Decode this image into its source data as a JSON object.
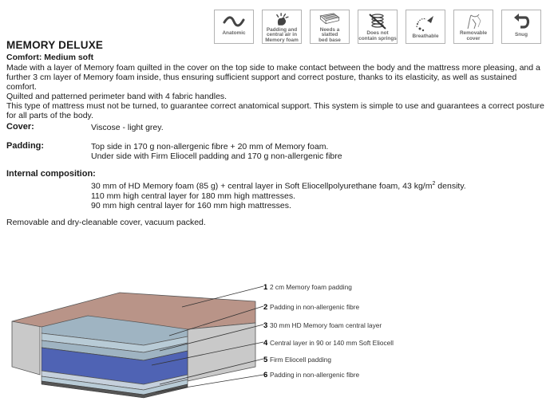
{
  "icons": [
    {
      "name": "anatomic-icon",
      "label": "Anatomic"
    },
    {
      "name": "padding-air-icon",
      "label": "Padding and\ncentral air in\nMemory foam"
    },
    {
      "name": "slatted-base-icon",
      "label": "Needs a\nslatted\nbed base"
    },
    {
      "name": "no-springs-icon",
      "label": "Does not\ncontain springs"
    },
    {
      "name": "breathable-icon",
      "label": "Breathable"
    },
    {
      "name": "removable-cover-icon",
      "label": "Removable\ncover"
    },
    {
      "name": "snug-icon",
      "label": "Snug"
    }
  ],
  "product": {
    "title": "MEMORY DELUXE",
    "comfort": "Comfort: Medium soft",
    "description": [
      "Made with a layer of Memory foam quilted in the cover on the top side to make contact between the body and the mattress more pleasing, and a further 3 cm layer of Memory foam inside, thus ensuring sufficient support and correct posture, thanks to its elasticity, as well as sustained comfort.",
      "Quilted and patterned perimeter band with 4 fabric handles.",
      "This type of mattress must not be turned, to guarantee correct anatomical support. This system is simple to use and guarantees a correct posture for all parts of the body."
    ]
  },
  "specs": {
    "cover_label": "Cover:",
    "cover_value": "Viscose - light grey.",
    "padding_label": "Padding:",
    "padding_lines": [
      "Top side in 170 g non-allergenic fibre + 20 mm of Memory foam.",
      "Under side with Firm Eliocell padding and 170 g non-allergenic fibre"
    ],
    "internal_label": "Internal composition:",
    "internal_line1_pre": "30 mm of HD Memory foam (85 g) + central layer in Soft Eliocellpolyurethane foam, 43 kg/m",
    "internal_line1_sup": "2",
    "internal_line1_post": " density.",
    "internal_lines": [
      "110 mm high central layer for 180 mm high mattresses.",
      "90 mm high central layer for 160 mm high mattresses."
    ],
    "footer_note": "Removable and dry-cleanable cover, vacuum packed."
  },
  "diagram": {
    "callouts": [
      {
        "num": "1",
        "text": "2 cm Memory foam padding"
      },
      {
        "num": "2",
        "text": "Padding in non-allergenic fibre"
      },
      {
        "num": "3",
        "text": "30 mm HD Memory foam central layer"
      },
      {
        "num": "4",
        "text": "Central layer in 90 or 140 mm Soft Eliocell"
      },
      {
        "num": "5",
        "text": "Firm Eliocell padding"
      },
      {
        "num": "6",
        "text": "Padding in non-allergenic fibre"
      }
    ],
    "colors": {
      "top_cover": "#b99488",
      "side_cover": "#c9c9c9",
      "memory_foam": "#9fb4c2",
      "fibre": "#b8cbd6",
      "central_layer": "#4f63b4",
      "firm_layer": "#c5d0dc"
    }
  }
}
